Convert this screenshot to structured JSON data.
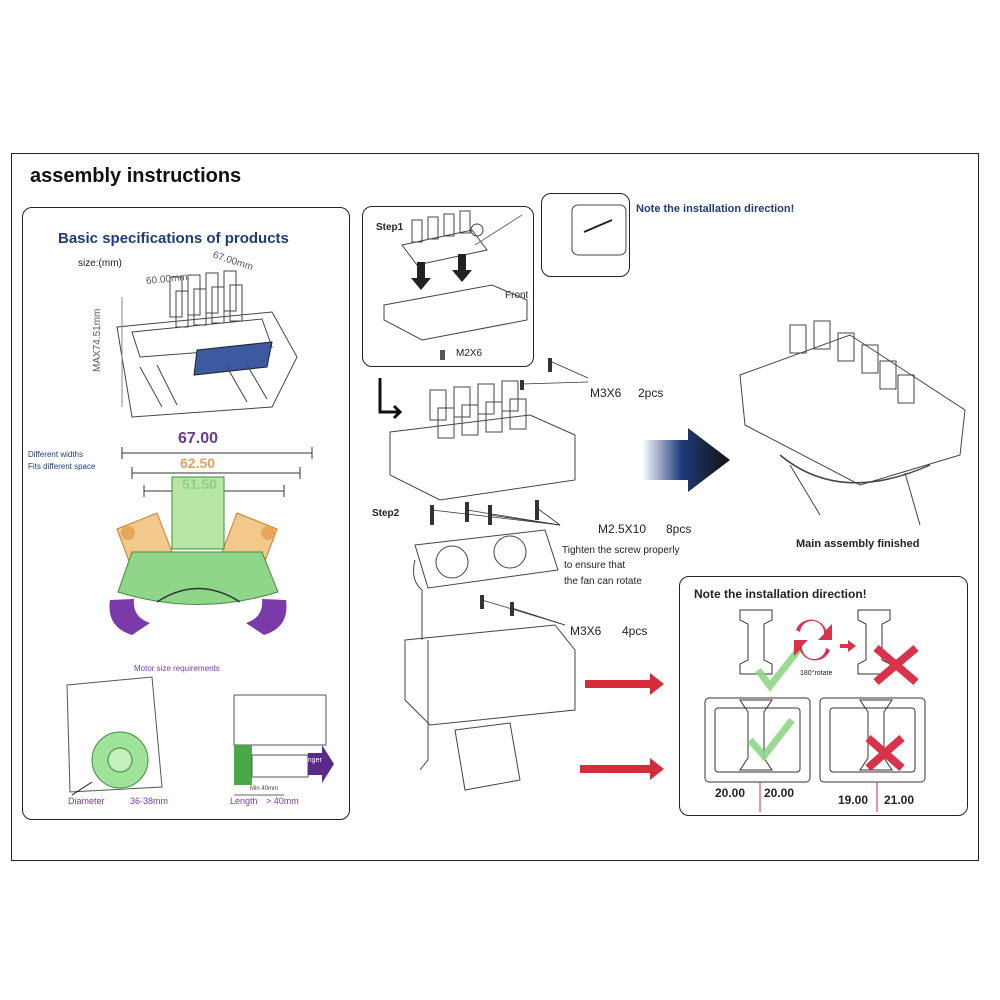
{
  "header": {
    "title": "assembly instructions"
  },
  "specs": {
    "title": "Basic specifications of products",
    "size_unit": "size:(mm)",
    "dim_length": "60.00mm",
    "dim_width": "67.00mm",
    "dim_height": "MAX74.51mm",
    "width_a": "67.00",
    "width_b": "62.50",
    "width_c": "51.50",
    "note_line1": "Different widths",
    "note_line2": "Fits different space",
    "motor_req": "Motor size requirements",
    "diameter_label": "Diameter",
    "diameter_value": "36-38mm",
    "min_label": "Min 40mm",
    "longer_label": "Longer",
    "length_label": "Length",
    "length_value": "> 40mm"
  },
  "step1": {
    "label": "Step1",
    "front": "Front",
    "screw": "M2X6",
    "callout": "Note the installation direction!"
  },
  "screws": {
    "m3x6_top": "M3X6",
    "m3x6_top_qty": "2pcs",
    "m25x10": "M2.5X10",
    "m25x10_qty": "8pcs",
    "m3x6_bottom": "M3X6",
    "m3x6_bottom_qty": "4pcs"
  },
  "step2": {
    "label": "Step2",
    "fan_note_1": "Tighten the screw properly",
    "fan_note_2": "to ensure that",
    "fan_note_3": "the fan can rotate"
  },
  "result": {
    "finished": "Main assembly finished"
  },
  "direction": {
    "title": "Note the installation direction!",
    "rotate": "180°rotate",
    "ok_left": "20.00",
    "ok_right": "20.00",
    "bad_left": "19.00",
    "bad_right": "21.00"
  },
  "colors": {
    "navy": "#1f3b78",
    "green_part": "#8fd68a",
    "orange_part": "#e8a65a",
    "purple_part": "#7a3aa8",
    "red_cross": "#d8334a",
    "arrow_red": "#d52b3b"
  }
}
